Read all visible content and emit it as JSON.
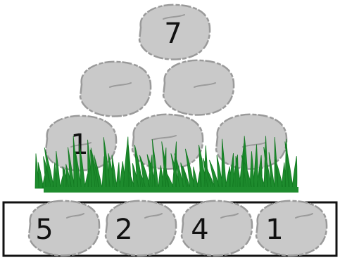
{
  "colors": {
    "stone_fill": "#c9c9c9",
    "stone_edge": "#9a9a9a",
    "grass": "#1e8c2e",
    "grass_dark": "#137a22",
    "tray_border": "#111111",
    "label": "#111111"
  },
  "pyramid": {
    "top": {
      "label": "7"
    },
    "middle": [
      {
        "label": ""
      },
      {
        "label": ""
      }
    ],
    "bottom": [
      {
        "label": "1"
      },
      {
        "label": ""
      },
      {
        "label": ""
      }
    ]
  },
  "tray": {
    "stones": [
      {
        "label": "5"
      },
      {
        "label": "2"
      },
      {
        "label": "4"
      },
      {
        "label": "1"
      }
    ]
  }
}
